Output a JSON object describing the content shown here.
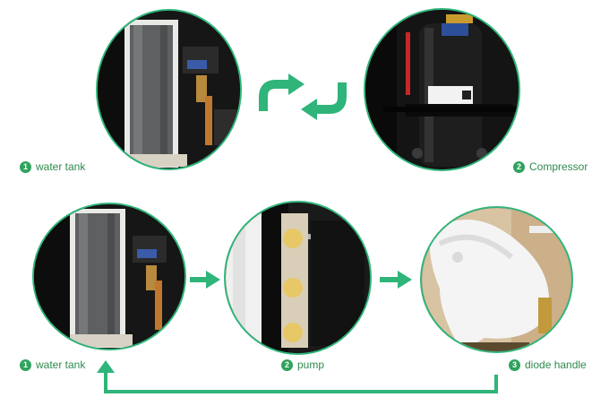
{
  "accent_color": "#2fa35d",
  "top_row": {
    "items": [
      {
        "number": "1",
        "label": "water tank",
        "image": "water-tank-photo"
      },
      {
        "number": "2",
        "label": "Compressor",
        "image": "compressor-photo"
      }
    ],
    "connector_icon": "cycle-arrows-icon"
  },
  "bottom_row": {
    "items": [
      {
        "number": "1",
        "label": "water tank",
        "image": "water-tank-photo"
      },
      {
        "number": "2",
        "label": "pump",
        "image": "pump-photo"
      },
      {
        "number": "3",
        "label": "diode handle",
        "image": "diode-handle-photo"
      }
    ],
    "connector_icons": [
      "arrow-right-icon",
      "arrow-right-icon",
      "return-loop-arrow-icon"
    ]
  }
}
